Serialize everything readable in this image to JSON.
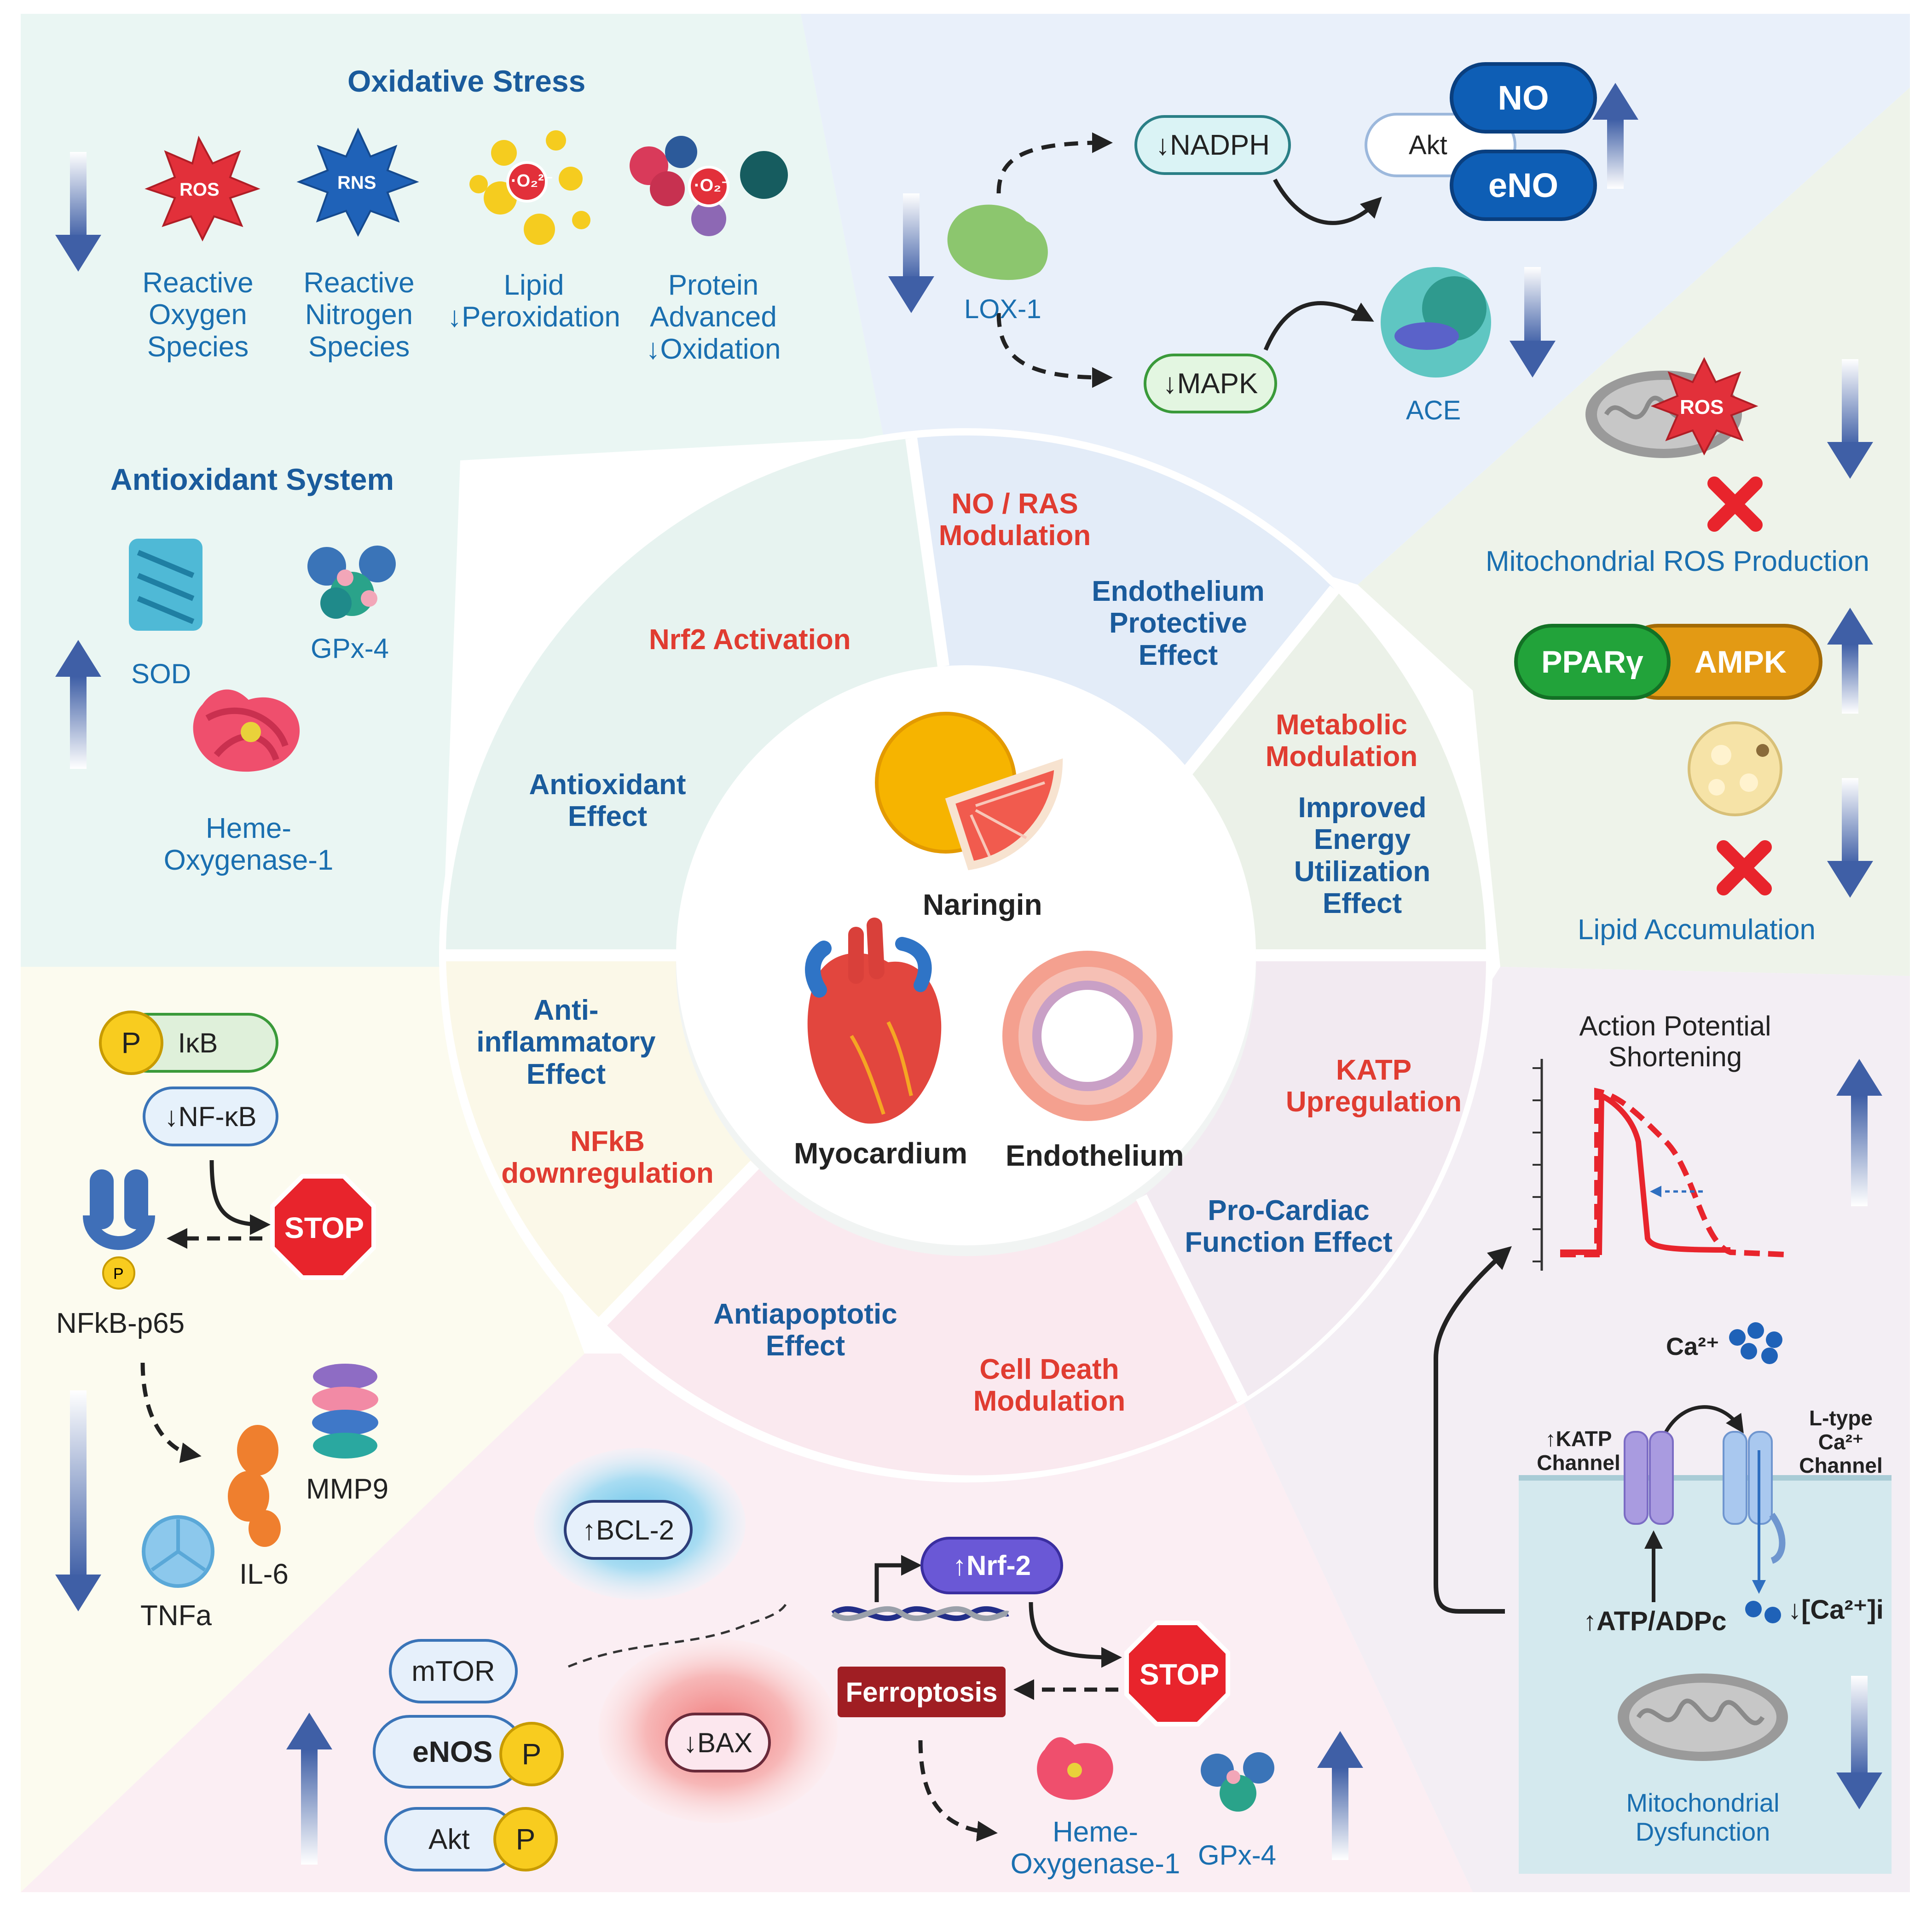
{
  "colors": {
    "header_blue": "#1a5b9c",
    "accent_red": "#e03c31",
    "label_blue": "#1a6fb0",
    "arrow_blue": "#3f5fa6",
    "stop_red": "#e8242c",
    "ferroptosis_red": "#a01e23"
  },
  "oxidative_stress": {
    "title": "Oxidative Stress",
    "ros_badge": "ROS",
    "rns_badge": "RNS",
    "superoxide": "·O₂²⁻",
    "superoxide_2": "·O₂⁻",
    "ros_label": "Reactive\nOxygen\nSpecies",
    "rns_label": "Reactive\nNitrogen\nSpecies",
    "lipid_label": "Lipid\n↓Peroxidation",
    "protein_label": "Protein\nAdvanced\n↓Oxidation"
  },
  "antioxidant_system": {
    "title": "Antioxidant System",
    "sod": "SOD",
    "gpx4": "GPx-4",
    "ho1": "Heme-\nOxygenase-1"
  },
  "no_ras": {
    "nadph": "↓NADPH",
    "mapk": "↓MAPK",
    "lox1": "LOX-1",
    "akt": "Akt",
    "no": "NO",
    "eno": "eNO",
    "ace": "ACE"
  },
  "metabolic": {
    "mito_ros_badge": "ROS",
    "mito_ros_label": "Mitochondrial ROS Production",
    "ppar": "PPARγ",
    "ampk": "AMPK",
    "lipid_label": "Lipid Accumulation"
  },
  "inflammation": {
    "p": "P",
    "ikb": "IκB",
    "nfkb": "↓NF-κB",
    "stop": "STOP",
    "p65": "NFkB-p65",
    "mmp9": "MMP9",
    "il6": "IL-6",
    "tnfa": "TNFa"
  },
  "apoptosis": {
    "bcl2": "↑BCL-2",
    "bax": "↓BAX",
    "mtor": "mTOR",
    "enos": "eNOS",
    "akt": "Akt",
    "p": "P",
    "nrf2": "↑Nrf-2",
    "stop": "STOP",
    "ferroptosis": "Ferroptosis",
    "ho1": "Heme-\nOxygenase-1",
    "gpx4": "GPx-4"
  },
  "cardiac": {
    "ap_title": "Action Potential\nShortening",
    "ca": "Ca²⁺",
    "katp_channel": "↑KATP\nChannel",
    "ltype_channel": "L-type\nCa²⁺\nChannel",
    "atp_adp": "↑ATP/ADPc",
    "ca_i": "↓[Ca²⁺]i",
    "mito_dysfunction": "Mitochondrial\nDysfunction"
  },
  "ring": {
    "no_ras_mod": "NO / RAS\nModulation",
    "endothelium_effect": "Endothelium\nProtective\nEffect",
    "nrf2_activation": "Nrf2 Activation",
    "antioxidant_effect": "Antioxidant\nEffect",
    "metabolic_mod": "Metabolic\nModulation",
    "energy_effect": "Improved\nEnergy\nUtilization\nEffect",
    "katp_up": "KATP\nUpregulation",
    "pro_cardiac": "Pro-Cardiac\nFunction Effect",
    "anti_inflam": "Anti-\ninflammatory\nEffect",
    "nfkb_down": "NFkB\ndownregulation",
    "antiapoptotic": "Antiapoptotic\nEffect",
    "cell_death": "Cell Death\nModulation"
  },
  "center": {
    "naringin": "Naringin",
    "myocardium": "Myocardium",
    "endothelium": "Endothelium"
  }
}
